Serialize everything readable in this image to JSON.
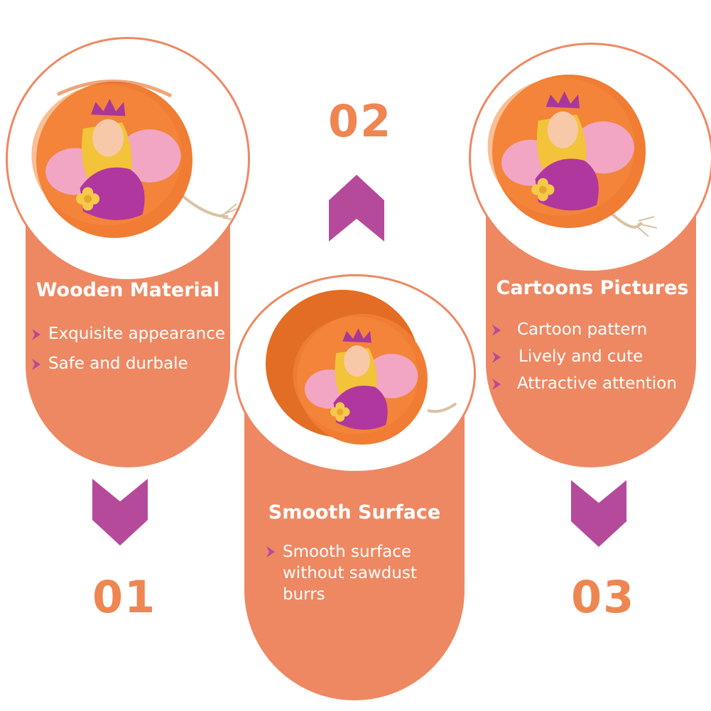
{
  "colors": {
    "card_fill": "#ee8862",
    "accent_purple": "#b64a9a",
    "number_orange": "#ee8652",
    "yoyo_orange": "#f07d33"
  },
  "cards": [
    {
      "number": "01",
      "title": "Wooden Material",
      "bullets": [
        "Exquisite appearance",
        "Safe and durbale"
      ],
      "arrow": "chevron-down-icon"
    },
    {
      "number": "02",
      "title": "Smooth Surface",
      "bullets": [
        "Smooth surface",
        "without sawdust",
        "burrs"
      ],
      "arrow": "chevron-up-icon"
    },
    {
      "number": "03",
      "title": "Cartoons Pictures",
      "bullets": [
        "Cartoon pattern",
        "Lively and cute",
        "Attractive attention"
      ],
      "arrow": "chevron-down-icon"
    }
  ]
}
